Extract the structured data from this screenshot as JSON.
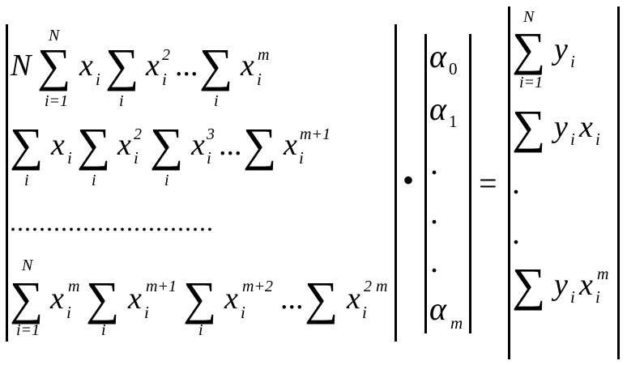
{
  "matrix": {
    "row1": {
      "N": "N",
      "upper": "N",
      "lower": "i=1",
      "x": "x",
      "i": "i",
      "sq": "2",
      "ell": "...",
      "m": "m"
    },
    "row2": {
      "x": "x",
      "i": "i",
      "sq": "2",
      "cube": "3",
      "ell": "...",
      "m1": "m+1"
    },
    "dotrow": "............................",
    "row4": {
      "upper": "N",
      "lower": "i=1",
      "x": "x",
      "i": "i",
      "m": "m",
      "m1": "m+1",
      "m2": "m+2",
      "ell": "...",
      "twom": "2 m"
    }
  },
  "vector_a": {
    "alpha": "α",
    "s0": "0",
    "s1": "1",
    "dot": ".",
    "sm": "m"
  },
  "operators": {
    "times": "•",
    "equals": "="
  },
  "vector_b": {
    "upper": "N",
    "lower": "i=1",
    "y": "y",
    "x": "x",
    "i": "i",
    "dot": ".",
    "m": "m"
  },
  "sigma": "∑"
}
